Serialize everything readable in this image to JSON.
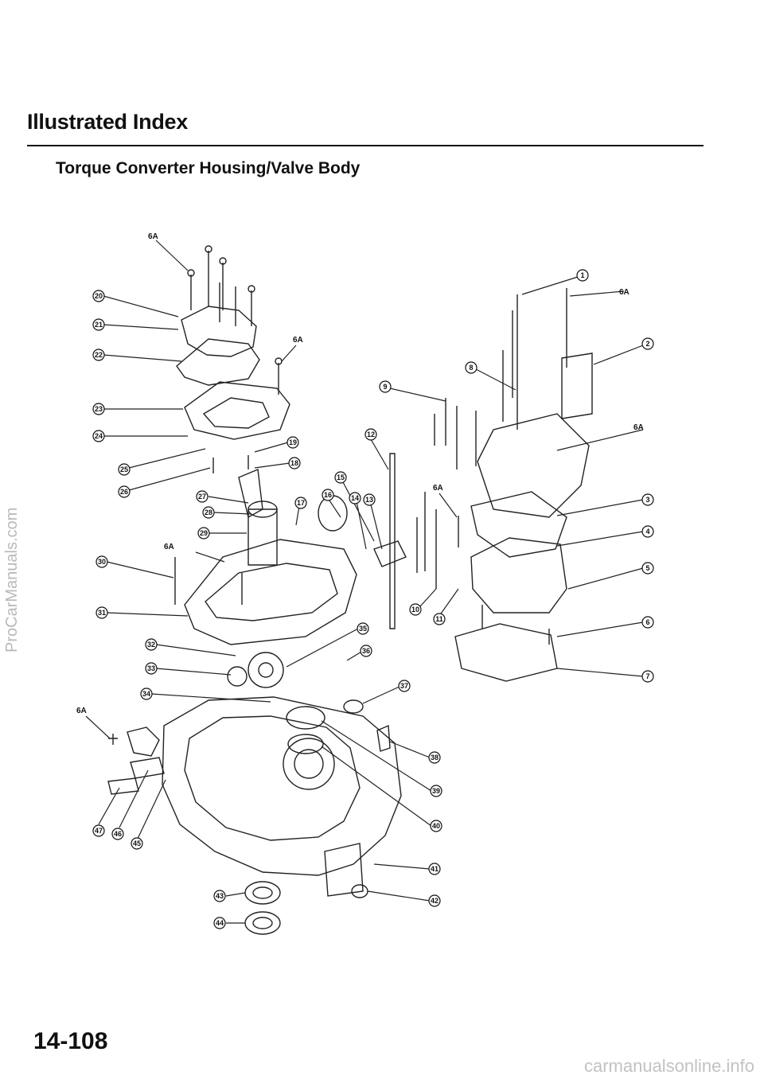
{
  "header": {
    "title": "Illustrated Index",
    "subtitle": "Torque Converter Housing/Valve Body"
  },
  "watermarks": {
    "left": "ProCarManuals.com",
    "bottom": "carmanualsonline.info"
  },
  "footer": {
    "page_number": "14-108"
  },
  "diagram": {
    "torque_label": "6A",
    "callouts": [
      "1",
      "2",
      "3",
      "4",
      "5",
      "6",
      "7",
      "8",
      "9",
      "10",
      "11",
      "12",
      "13",
      "14",
      "15",
      "16",
      "17",
      "18",
      "19",
      "20",
      "21",
      "22",
      "23",
      "24",
      "25",
      "26",
      "27",
      "28",
      "29",
      "30",
      "31",
      "32",
      "33",
      "34",
      "35",
      "36",
      "37",
      "38",
      "39",
      "40",
      "41",
      "42",
      "43",
      "44",
      "45",
      "46",
      "47"
    ]
  }
}
